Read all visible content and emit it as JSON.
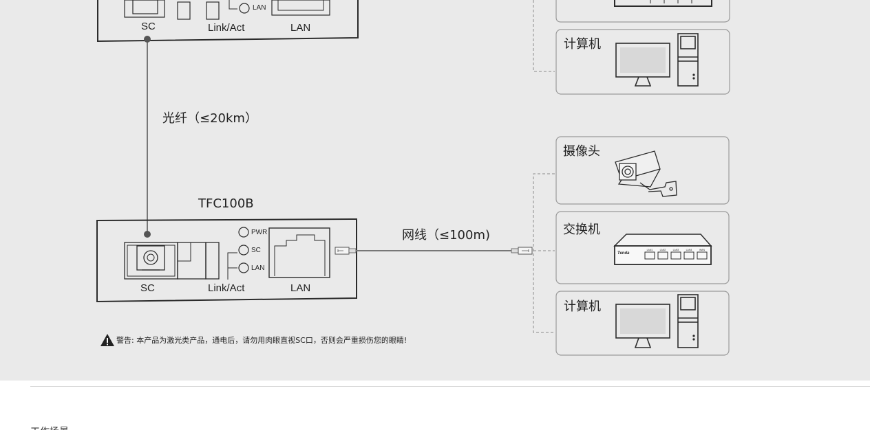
{
  "top_unit": {
    "port_sc": "SC",
    "link_act": "Link/Act",
    "port_lan": "LAN",
    "led_lan": "LAN"
  },
  "fiber_label": "光纤（≤20km）",
  "top_devices": {
    "computer": "计算机"
  },
  "bottom_unit": {
    "model": "TFC100B",
    "led_pwr": "PWR",
    "led_sc": "SC",
    "led_lan": "LAN",
    "port_sc": "SC",
    "link_act": "Link/Act",
    "port_lan": "LAN"
  },
  "cable_label": "网线（≤100m)",
  "devices": {
    "camera": "摄像头",
    "switch": "交换机",
    "switch_brand": "Tenda",
    "switch_ports": [
      "LAN1",
      "LAN2",
      "LAN3",
      "LAN4",
      "WAN"
    ],
    "computer": "计算机"
  },
  "warning": "警告: 本产品为激光类产品，通电后，请勿用肉眼直视SC口，否则会严重损伤您的眼睛!",
  "footer_text": "工作场景",
  "colors": {
    "panel_bg": "#eaeaea",
    "line": "#2b2b2b",
    "dashed": "#8a8a8a",
    "device_box_border": "#9a9a9a"
  }
}
